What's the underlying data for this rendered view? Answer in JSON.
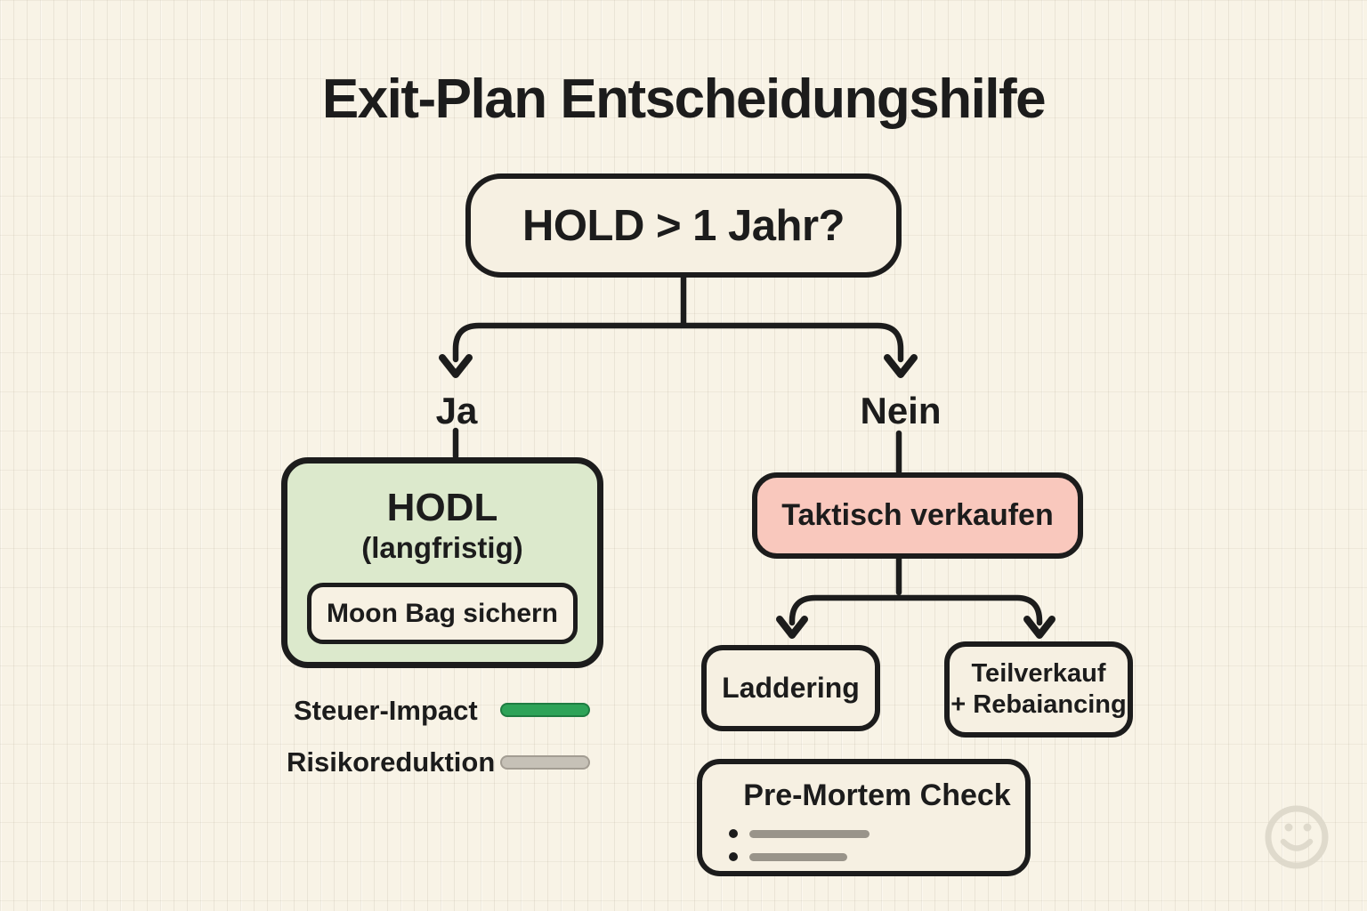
{
  "title": "Exit-Plan Entscheidungshilfe",
  "colors": {
    "background": "#f8f3e6",
    "ink": "#1c1c1c",
    "node_fill": "#f6f0e2",
    "hodl_fill": "#dce9cc",
    "tactical_fill": "#f9c8bd",
    "legend_green": "#2ea358",
    "legend_gray": "#c6c1b7",
    "placeholder_bar": "#99948a",
    "watermark": "#ddd8ca"
  },
  "root_node": {
    "label": "HOLD > 1 Jahr?"
  },
  "branch_labels": {
    "yes": "Ja",
    "no": "Nein"
  },
  "hodl_node": {
    "title": "HODL",
    "subtitle": "(langfristig)",
    "badge": "Moon Bag sichern",
    "fill": "#dce9cc"
  },
  "tactical_node": {
    "label": "Taktisch verkaufen",
    "fill": "#f9c8bd"
  },
  "laddering_node": {
    "label": "Laddering"
  },
  "rebalancing_node": {
    "line1": "Teilverkauf",
    "line2": "+ Rebaiancing"
  },
  "premortem_node": {
    "title": "Pre-Mortem Check",
    "placeholder_line_count": 2
  },
  "legend": {
    "items": [
      {
        "label": "Steuer-Impact",
        "color": "#2ea358"
      },
      {
        "label": "Risikoreduktion",
        "color": "#c6c1b7"
      }
    ]
  },
  "watermark": {
    "name": "smiley-face"
  }
}
